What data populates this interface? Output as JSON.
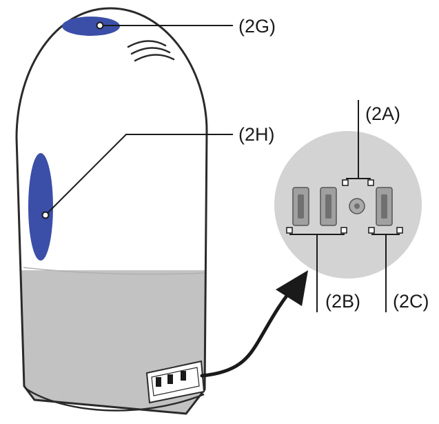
{
  "labels": {
    "c2G": "(2G)",
    "c2H": "(2H)",
    "c2A": "(2A)",
    "c2B": "(2B)",
    "c2C": "(2C)"
  },
  "colors": {
    "housing_white": "#ffffff",
    "housing_outline": "#2a2a2a",
    "housing_gray": "#c2c2c2",
    "accent_blue": "#3b4fa8",
    "plate_gray": "#d3d3d3",
    "slot_gray": "#9a9a9a"
  },
  "icons": {
    "top_button": "blue-oval-button",
    "side_indicator": "blue-oval-indicator",
    "vents": "curved-vent-lines",
    "outlet": "three-prong-outlet"
  }
}
